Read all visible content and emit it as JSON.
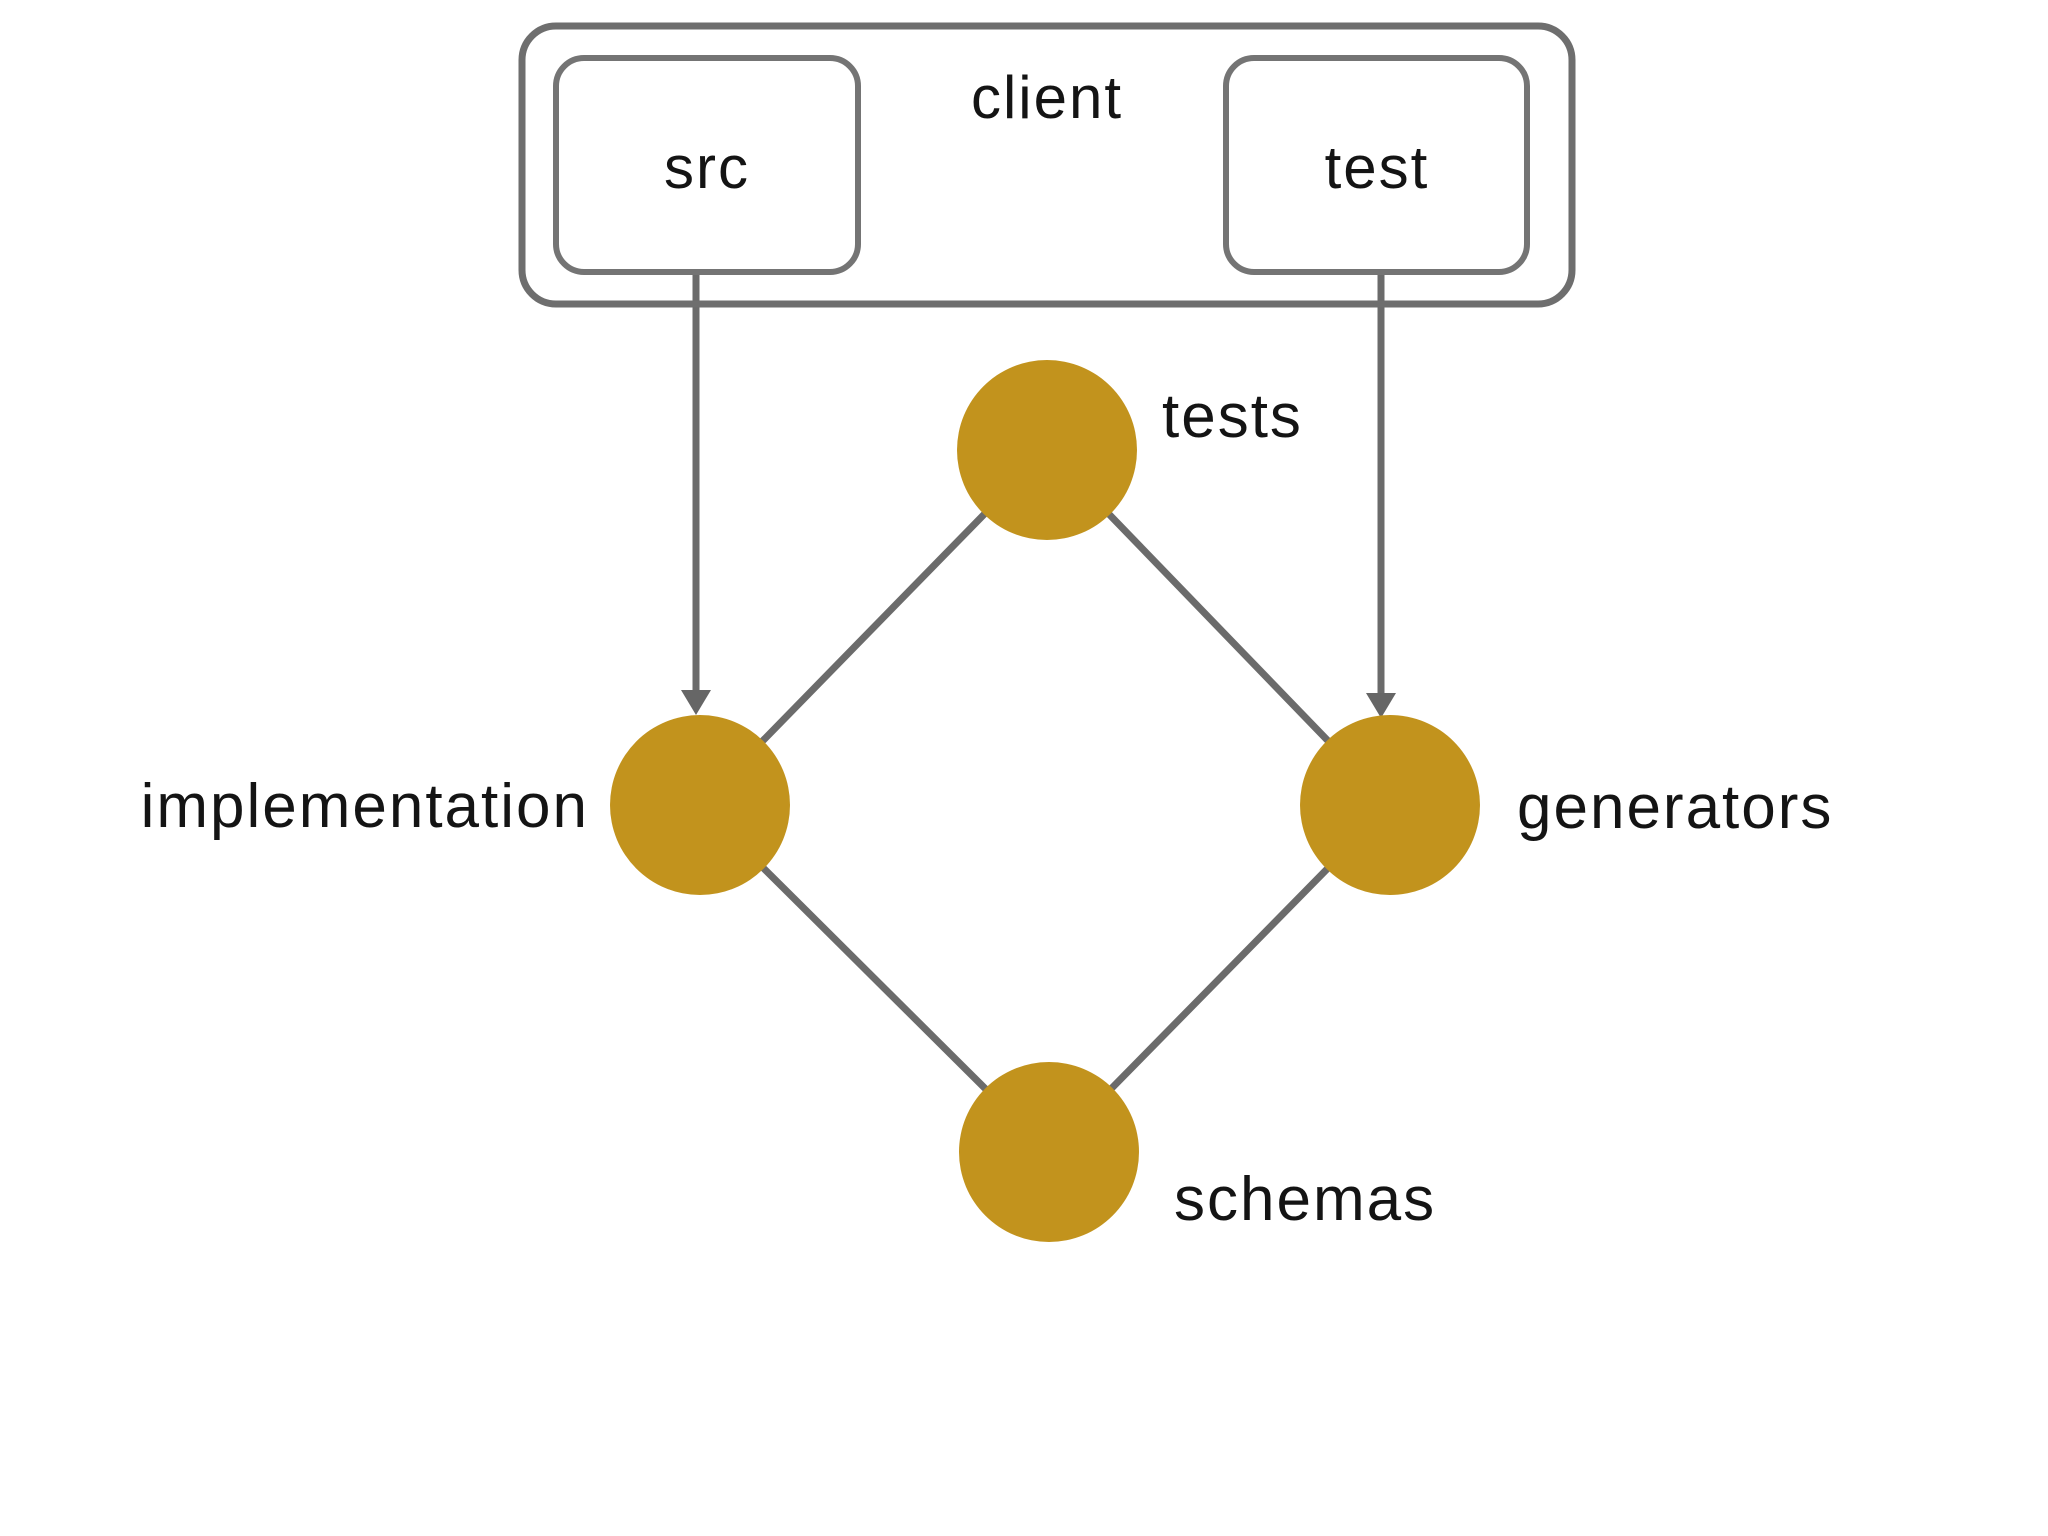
{
  "colors": {
    "background": "#ffffff",
    "node_fill": "#c2931d",
    "box_border": "#6e6e6e",
    "inner_box_border": "#747474",
    "edge": "#6b6b6b",
    "arrowhead": "#666666",
    "text": "#141414"
  },
  "client_group": {
    "label": "client",
    "children": [
      {
        "label": "src"
      },
      {
        "label": "test"
      }
    ]
  },
  "diagram": {
    "type": "dependency-graph",
    "nodes": [
      {
        "id": "tests",
        "label": "tests"
      },
      {
        "id": "implementation",
        "label": "implementation"
      },
      {
        "id": "generators",
        "label": "generators"
      },
      {
        "id": "schemas",
        "label": "schemas"
      }
    ],
    "edges": [
      {
        "from": "src",
        "to": "implementation",
        "style": "arrow"
      },
      {
        "from": "test",
        "to": "generators",
        "style": "arrow"
      },
      {
        "from": "tests",
        "to": "implementation",
        "style": "line"
      },
      {
        "from": "tests",
        "to": "generators",
        "style": "line"
      },
      {
        "from": "implementation",
        "to": "schemas",
        "style": "line"
      },
      {
        "from": "generators",
        "to": "schemas",
        "style": "line"
      }
    ]
  }
}
